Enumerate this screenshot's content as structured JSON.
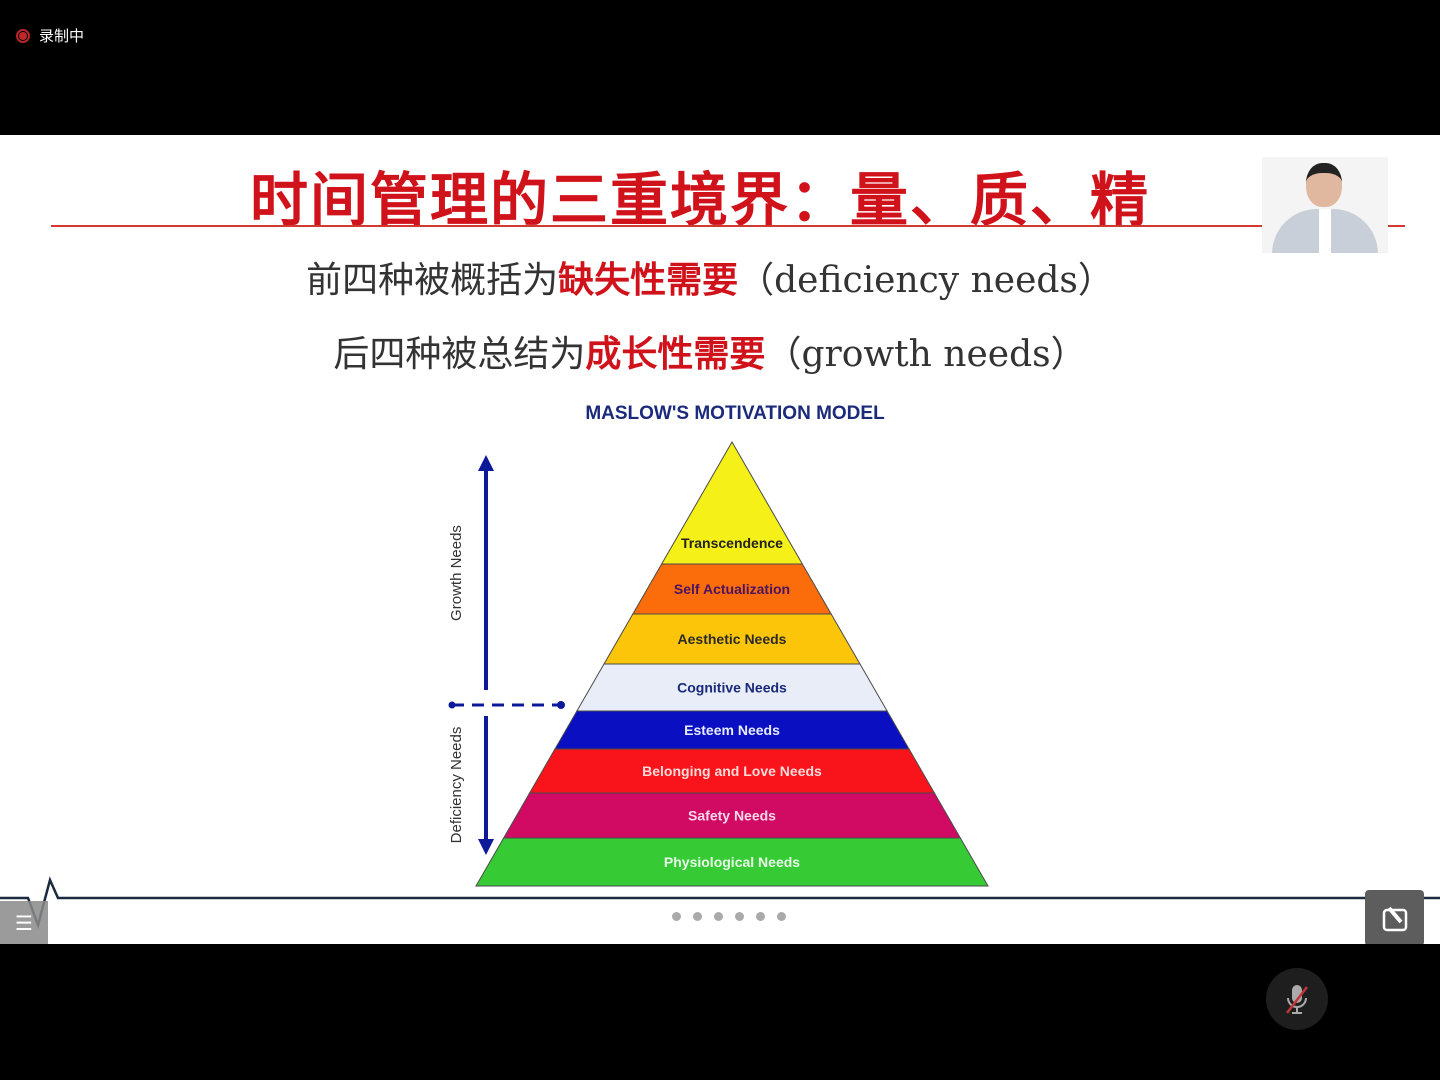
{
  "recording": {
    "label": "录制中"
  },
  "slide": {
    "title": "时间管理的三重境界：量、质、精",
    "line1": {
      "prefix": "前四种被概括为",
      "highlight": "缺失性需要",
      "suffix": "（deficiency needs）"
    },
    "line2": {
      "prefix": "后四种被总结为",
      "highlight": "成长性需要",
      "suffix": "（growth needs）"
    },
    "chart_title": "MASLOW'S MOTIVATION MODEL",
    "growth_label": "Growth Needs",
    "deficiency_label": "Deficiency Needs",
    "layers": [
      {
        "label": "Transcendence",
        "fill": "#f5f018",
        "text": "#222222"
      },
      {
        "label": "Self Actualization",
        "fill": "#fb6c0a",
        "text": "#4a1460"
      },
      {
        "label": "Aesthetic Needs",
        "fill": "#fcc50a",
        "text": "#2a2a2a"
      },
      {
        "label": "Cognitive Needs",
        "fill": "#e8edf7",
        "text": "#1a2a7a"
      },
      {
        "label": "Esteem Needs",
        "fill": "#0a10c2",
        "text": "#e8ecff"
      },
      {
        "label": "Belonging and Love Needs",
        "fill": "#f8141a",
        "text": "#fbdada"
      },
      {
        "label": "Safety Needs",
        "fill": "#d10b63",
        "text": "#f8d8ea"
      },
      {
        "label": "Physiological Needs",
        "fill": "#36cb35",
        "text": "#e8f8e8"
      }
    ]
  },
  "pagination": {
    "count": 6
  },
  "colors": {
    "accent": "#d0121b",
    "arrow": "#0c1a9a",
    "chart_title": "#1b2a7a"
  }
}
